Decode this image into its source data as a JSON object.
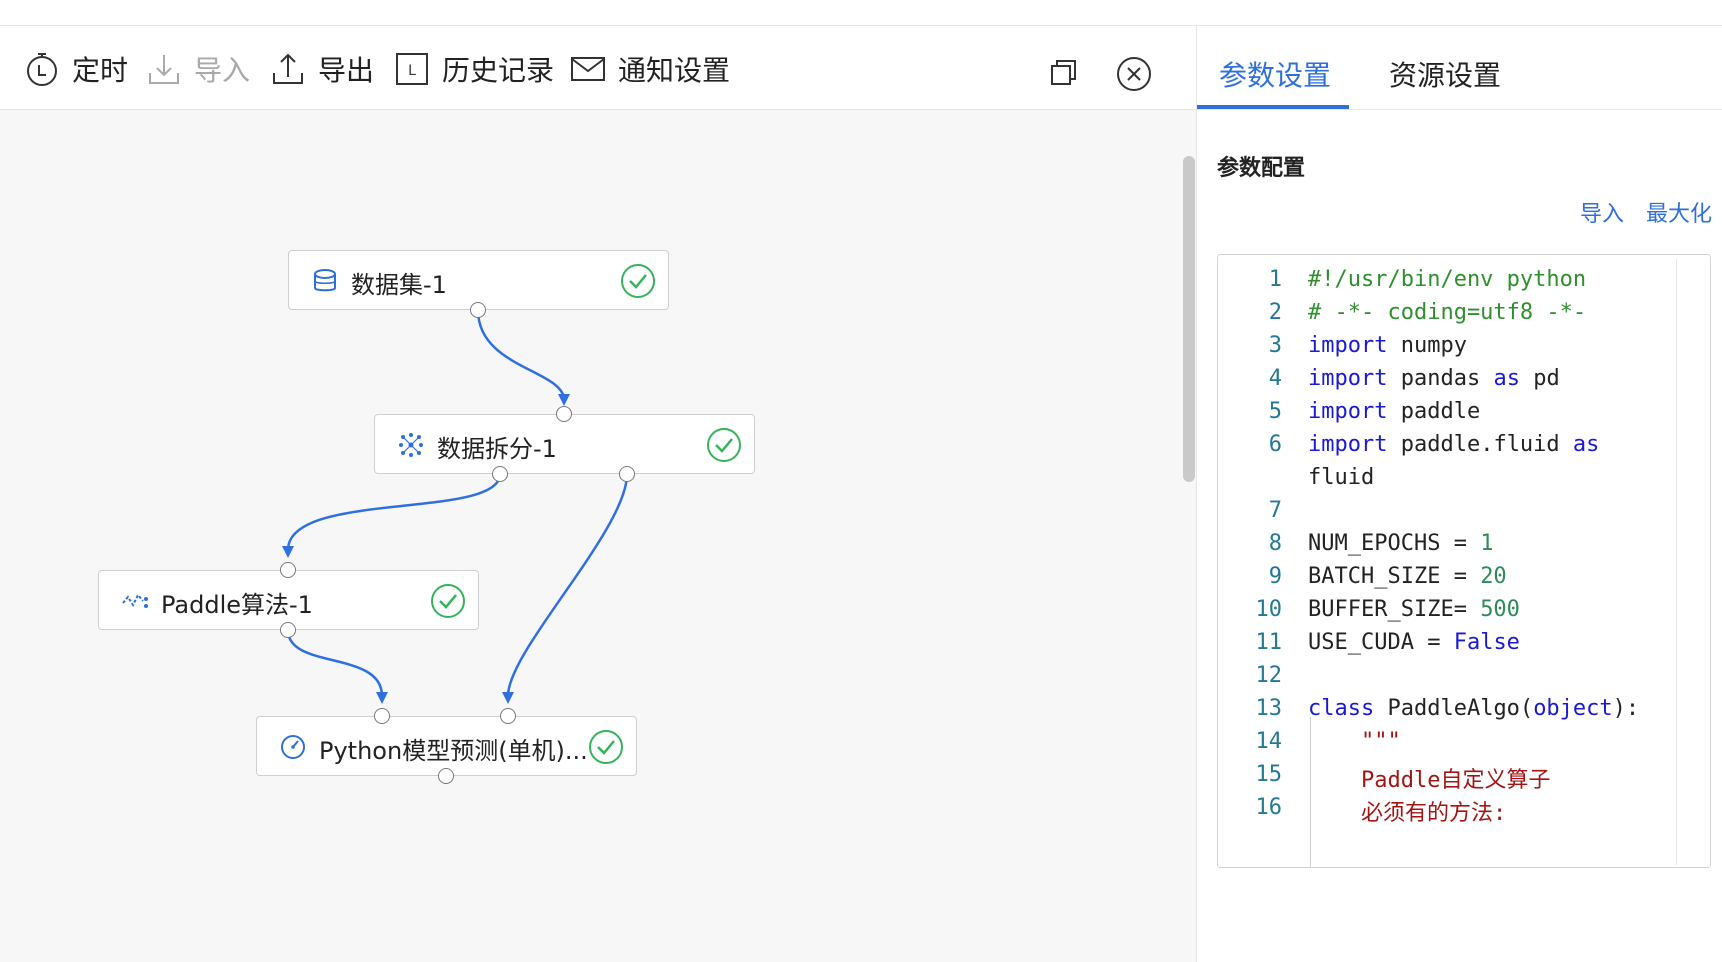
{
  "toolbar": {
    "schedule": "定时",
    "import": "导入",
    "export": "导出",
    "history": "历史记录",
    "notify": "通知设置",
    "history_icon_letter": "L"
  },
  "nodes": {
    "dataset": "数据集-1",
    "split": "数据拆分-1",
    "paddle": "Paddle算法-1",
    "predict": "Python模型预测(单机)..."
  },
  "right": {
    "tab_params": "参数设置",
    "tab_resources": "资源设置",
    "section_title": "参数配置",
    "link_import": "导入",
    "link_maximize": "最大化"
  },
  "code": {
    "lines": [
      {
        "n": "1",
        "tokens": [
          {
            "t": "#!/usr/bin/env python",
            "c": "comment"
          }
        ]
      },
      {
        "n": "2",
        "tokens": [
          {
            "t": "# -*- coding=utf8 -*-",
            "c": "comment"
          }
        ]
      },
      {
        "n": "3",
        "tokens": [
          {
            "t": "import",
            "c": "kw"
          },
          {
            "t": " numpy",
            "c": "plain"
          }
        ]
      },
      {
        "n": "4",
        "tokens": [
          {
            "t": "import",
            "c": "kw"
          },
          {
            "t": " pandas ",
            "c": "plain"
          },
          {
            "t": "as",
            "c": "kw"
          },
          {
            "t": " pd",
            "c": "plain"
          }
        ]
      },
      {
        "n": "5",
        "tokens": [
          {
            "t": "import",
            "c": "kw"
          },
          {
            "t": " paddle",
            "c": "plain"
          }
        ]
      },
      {
        "n": "6",
        "tokens": [
          {
            "t": "import",
            "c": "kw"
          },
          {
            "t": " paddle.fluid ",
            "c": "plain"
          },
          {
            "t": "as",
            "c": "kw"
          }
        ]
      },
      {
        "n": "",
        "tokens": [
          {
            "t": "fluid",
            "c": "plain"
          }
        ]
      },
      {
        "n": "7",
        "tokens": []
      },
      {
        "n": "8",
        "tokens": [
          {
            "t": "NUM_EPOCHS = ",
            "c": "plain"
          },
          {
            "t": "1",
            "c": "num"
          }
        ]
      },
      {
        "n": "9",
        "tokens": [
          {
            "t": "BATCH_SIZE = ",
            "c": "plain"
          },
          {
            "t": "20",
            "c": "num"
          }
        ]
      },
      {
        "n": "10",
        "tokens": [
          {
            "t": "BUFFER_SIZE= ",
            "c": "plain"
          },
          {
            "t": "500",
            "c": "num"
          }
        ]
      },
      {
        "n": "11",
        "tokens": [
          {
            "t": "USE_CUDA = ",
            "c": "plain"
          },
          {
            "t": "False",
            "c": "kw"
          }
        ]
      },
      {
        "n": "12",
        "tokens": []
      },
      {
        "n": "13",
        "tokens": [
          {
            "t": "class",
            "c": "kw"
          },
          {
            "t": " PaddleAlgo(",
            "c": "plain"
          },
          {
            "t": "object",
            "c": "kw"
          },
          {
            "t": "):",
            "c": "plain"
          }
        ]
      },
      {
        "n": "14",
        "tokens": [
          {
            "t": "    \"\"\"",
            "c": "str"
          }
        ]
      },
      {
        "n": "15",
        "tokens": [
          {
            "t": "    Paddle自定义算子",
            "c": "str"
          }
        ]
      },
      {
        "n": "16",
        "tokens": [
          {
            "t": "    必须有的方法:",
            "c": "str"
          }
        ]
      }
    ]
  },
  "colors": {
    "accent": "#2e6fd9",
    "edge": "#2f6fe0",
    "success": "#36b35a"
  }
}
